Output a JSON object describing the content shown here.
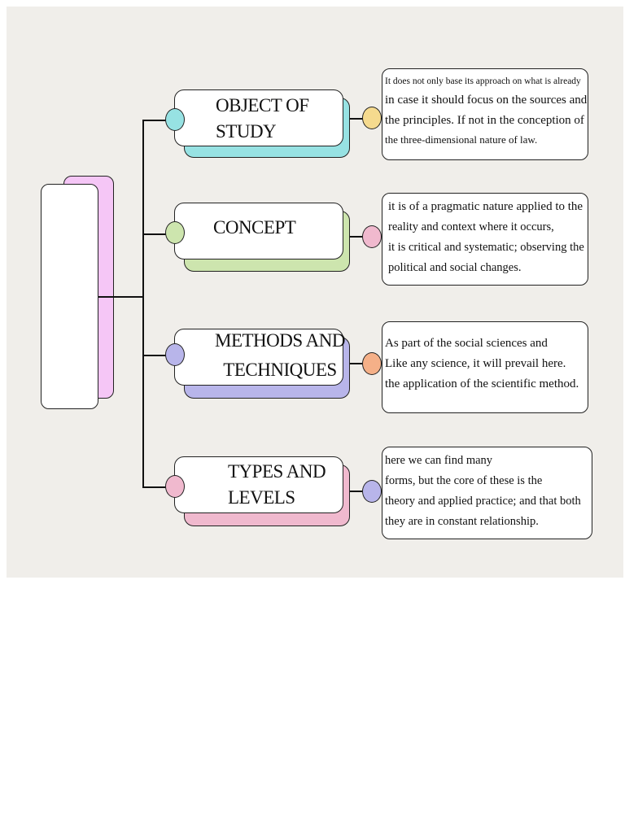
{
  "colors": {
    "root_back": "#f5c6f6",
    "cyan": "#97e2e3",
    "green": "#cde5ae",
    "violet": "#b8b5ea",
    "pink": "#f0b9ce",
    "yellow": "#f5da8e",
    "peach": "#f5b088"
  },
  "categories": [
    {
      "label": "OBJECT OF\nSTUDY",
      "description": [
        "It does not only base its approach on what is already",
        "in case it should focus on the sources and",
        "the principles. If not in the conception of",
        "the three-dimensional nature of law."
      ]
    },
    {
      "label": "CONCEPT",
      "description": [
        "it is of a pragmatic nature applied to the",
        "reality and context where it occurs,",
        "it is critical and systematic; observing the",
        "political and social changes."
      ]
    },
    {
      "label": "METHODS AND\nTECHNIQUES",
      "description": [
        "As part of the social sciences and",
        "Like any science, it will prevail here.",
        "the application of the scientific method."
      ]
    },
    {
      "label": "TYPES AND\nLEVELS",
      "description": [
        "here we can find many",
        "forms, but the core of these is the",
        "theory and applied practice; and that both",
        "they are in constant relationship."
      ]
    }
  ]
}
